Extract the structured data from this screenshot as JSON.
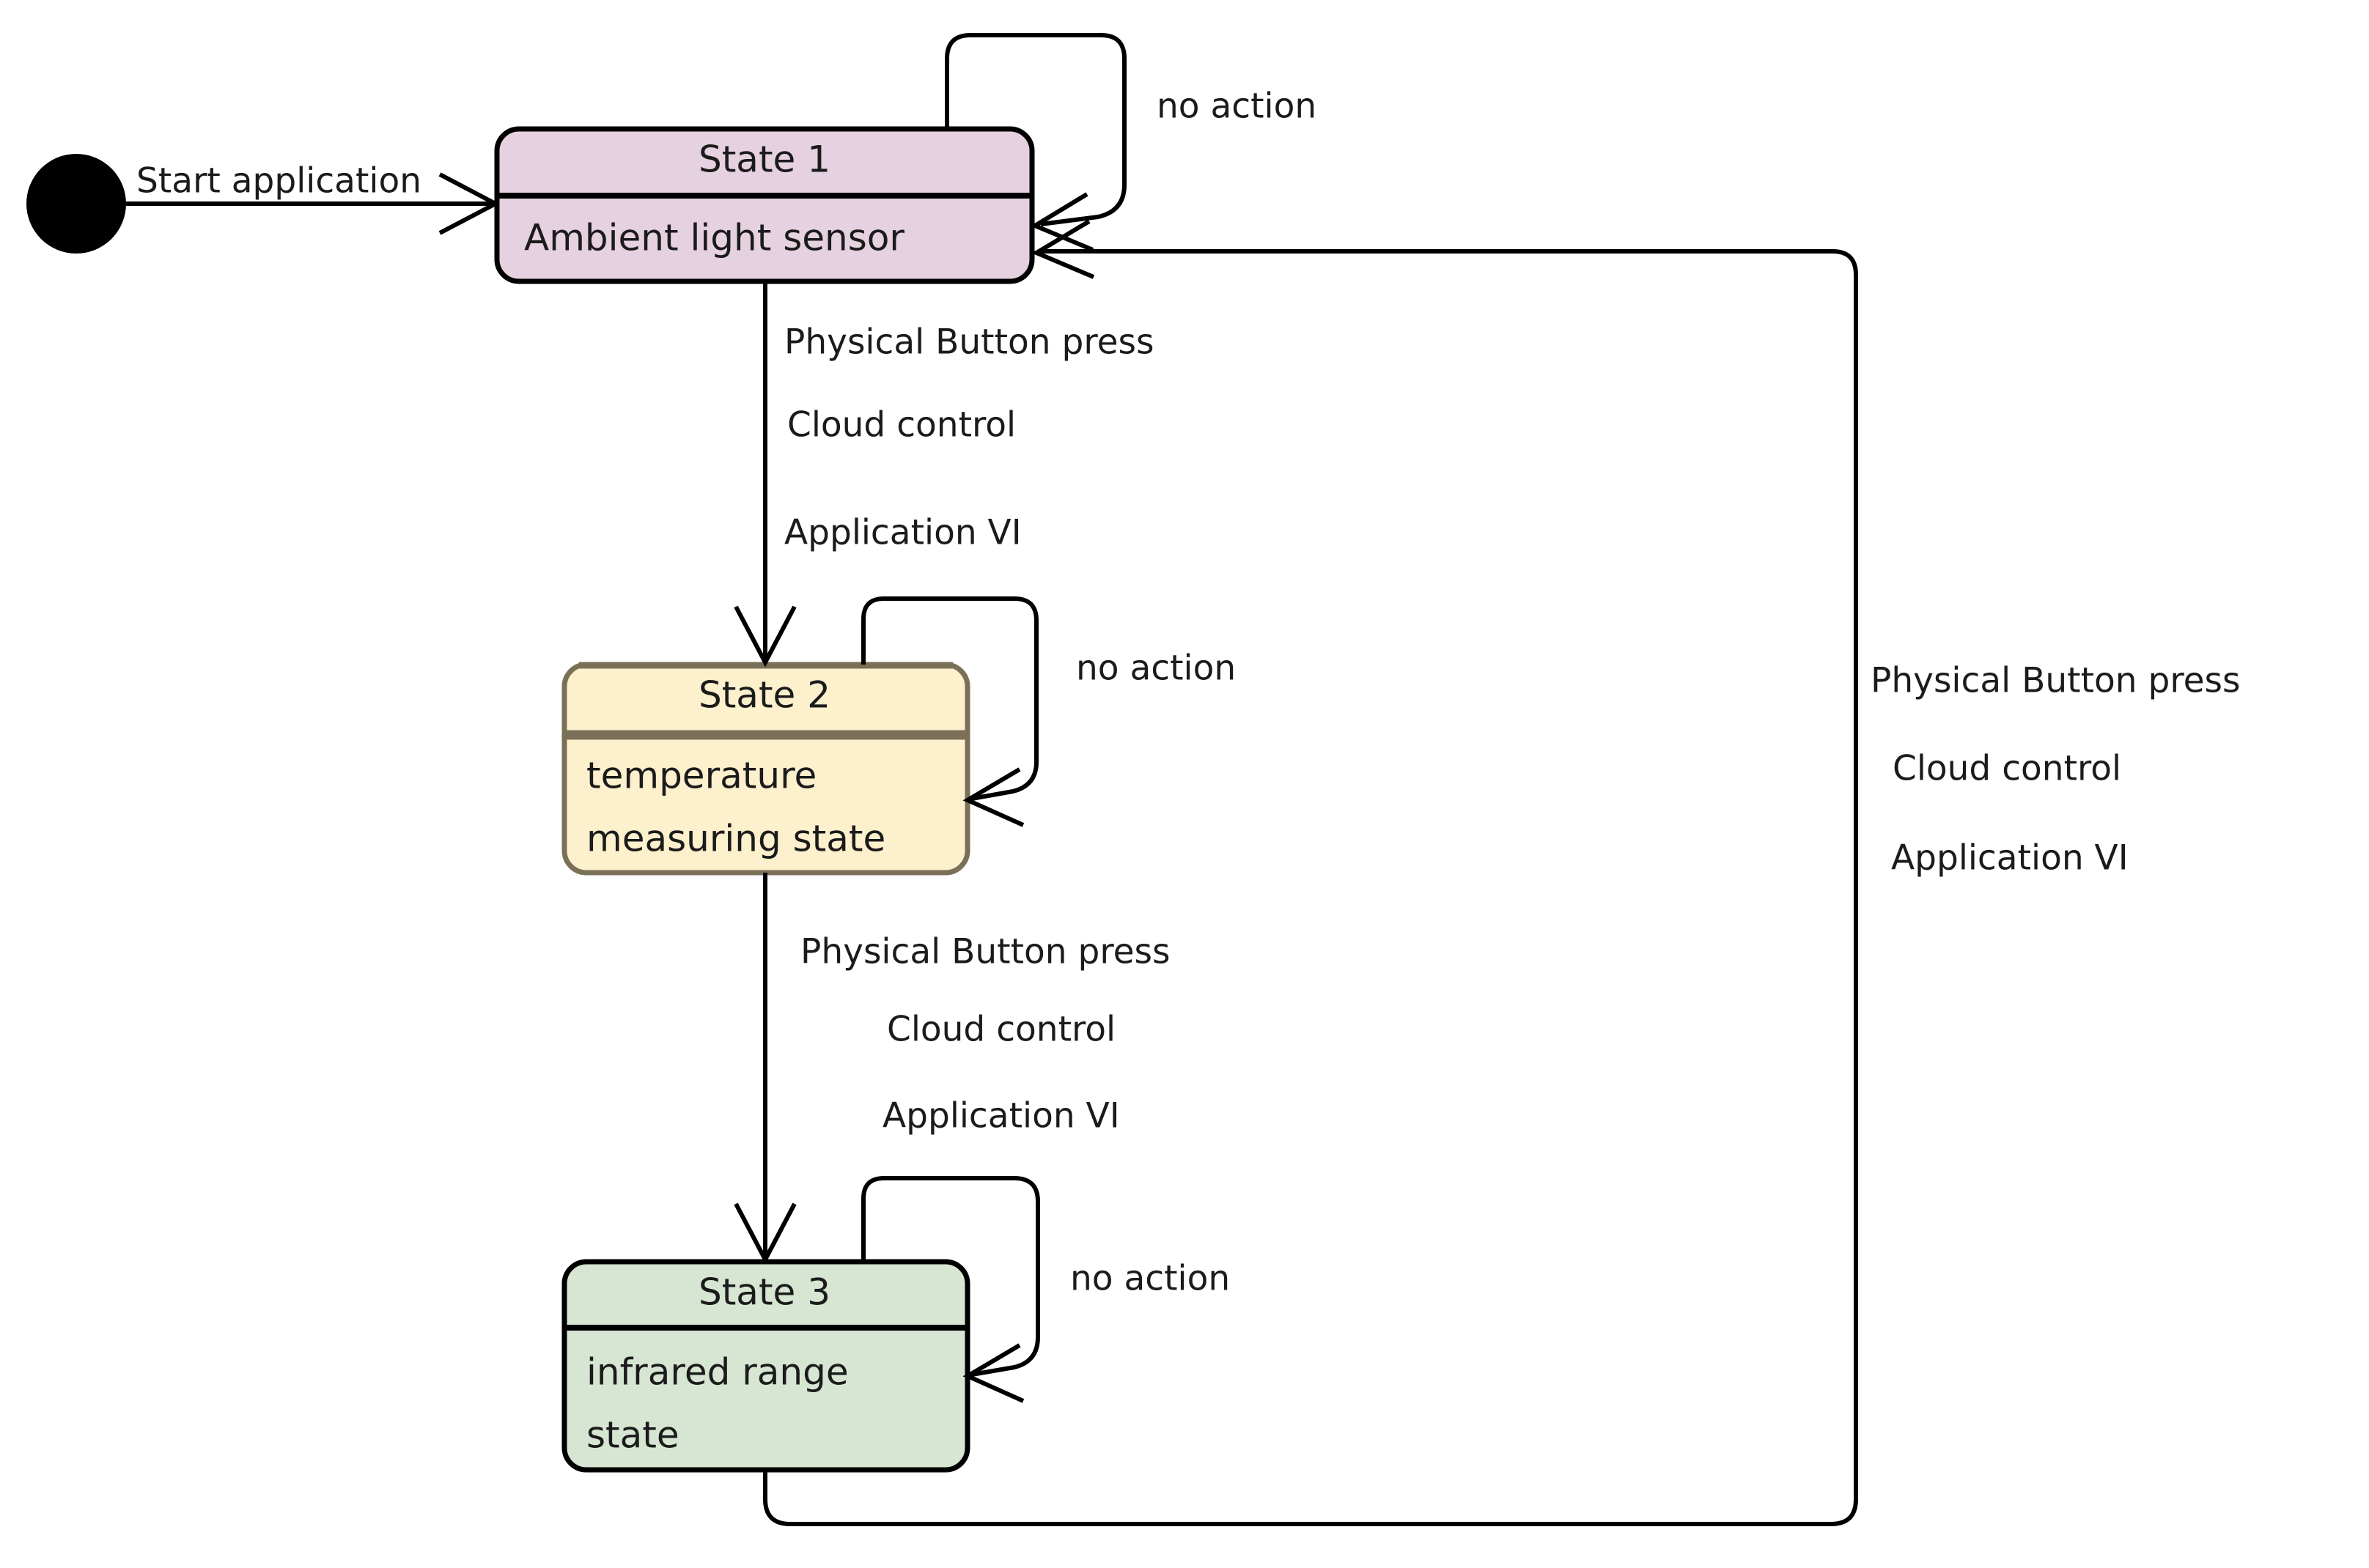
{
  "diagram": {
    "type": "uml-state-machine",
    "background": "#ffffff",
    "stroke_color": "#000000",
    "text_color": "#1b1b1b"
  },
  "initial": {
    "node_label": "initial-state-node",
    "transition_label": "Start application"
  },
  "states": [
    {
      "id": "state-1",
      "title": "State 1",
      "body_lines": [
        "Ambient light sensor"
      ],
      "fill": "#e6d1e0",
      "border": "#000000",
      "self_transition": "no action"
    },
    {
      "id": "state-2",
      "title": "State 2",
      "body_lines": [
        "temperature",
        "measuring state"
      ],
      "fill": "#fdf0cd",
      "border": "#7a7057",
      "self_transition": "no action"
    },
    {
      "id": "state-3",
      "title": "State 3",
      "body_lines": [
        "infrared range",
        "state"
      ],
      "fill": "#d6e6d2",
      "border": "#000000",
      "self_transition": "no action"
    }
  ],
  "transitions": [
    {
      "id": "t-start",
      "from": "initial",
      "to": "state-1",
      "labels": [
        "Start application"
      ]
    },
    {
      "id": "t-1-to-2",
      "from": "state-1",
      "to": "state-2",
      "labels": [
        "Physical Button press",
        "Cloud control",
        "Application VI"
      ]
    },
    {
      "id": "t-2-to-3",
      "from": "state-2",
      "to": "state-3",
      "labels": [
        "Physical Button press",
        "Cloud control",
        "Application VI"
      ]
    },
    {
      "id": "t-3-to-1",
      "from": "state-3",
      "to": "state-1",
      "labels": [
        "Physical Button press",
        "Cloud control",
        "Application VI"
      ]
    },
    {
      "id": "t-self-1",
      "from": "state-1",
      "to": "state-1",
      "labels": [
        "no action"
      ]
    },
    {
      "id": "t-self-2",
      "from": "state-2",
      "to": "state-2",
      "labels": [
        "no action"
      ]
    },
    {
      "id": "t-self-3",
      "from": "state-3",
      "to": "state-3",
      "labels": [
        "no action"
      ]
    }
  ],
  "labels": {
    "start_application": "Start application",
    "no_action_1": "no action",
    "no_action_2": "no action",
    "no_action_3": "no action",
    "s1_title": "State 1",
    "s1_body": "Ambient light sensor",
    "s2_title": "State 2",
    "s2_body_line1": "temperature",
    "s2_body_line2": "measuring state",
    "s3_title": "State 3",
    "s3_body_line1": "infrared range",
    "s3_body_line2": "state",
    "t12_line1": "Physical Button press",
    "t12_line2": "Cloud control",
    "t12_line3": "Application VI",
    "t23_line1": "Physical Button press",
    "t23_line2": "Cloud control",
    "t23_line3": "Application VI",
    "t31_line1": "Physical Button press",
    "t31_line2": "Cloud control",
    "t31_line3": "Application VI"
  }
}
